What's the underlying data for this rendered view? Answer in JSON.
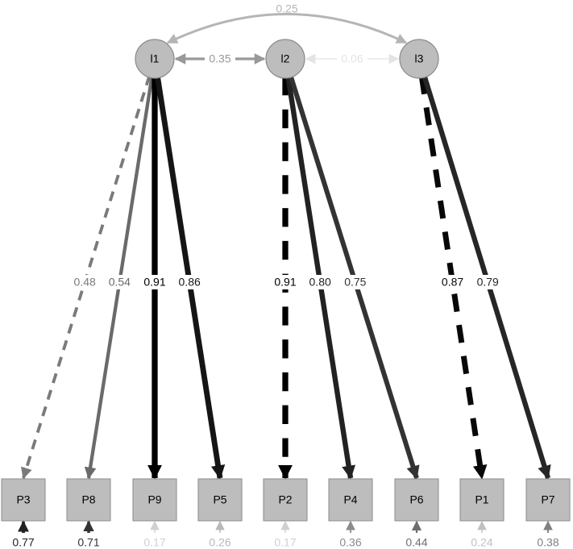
{
  "latents": [
    {
      "id": "l1",
      "label": "l1"
    },
    {
      "id": "l2",
      "label": "l2"
    },
    {
      "id": "l3",
      "label": "l3"
    }
  ],
  "observed": [
    {
      "id": "P3",
      "label": "P3",
      "residual": "0.77",
      "residual_color": "#222222"
    },
    {
      "id": "P8",
      "label": "P8",
      "residual": "0.71",
      "residual_color": "#333333"
    },
    {
      "id": "P9",
      "label": "P9",
      "residual": "0.17",
      "residual_color": "#d0d0d0"
    },
    {
      "id": "P5",
      "label": "P5",
      "residual": "0.26",
      "residual_color": "#b8b8b8"
    },
    {
      "id": "P2",
      "label": "P2",
      "residual": "0.17",
      "residual_color": "#d0d0d0"
    },
    {
      "id": "P4",
      "label": "P4",
      "residual": "0.36",
      "residual_color": "#8a8a8a"
    },
    {
      "id": "P6",
      "label": "P6",
      "residual": "0.44",
      "residual_color": "#6e6e6e"
    },
    {
      "id": "P1",
      "label": "P1",
      "residual": "0.24",
      "residual_color": "#c0c0c0"
    },
    {
      "id": "P7",
      "label": "P7",
      "residual": "0.38",
      "residual_color": "#808080"
    }
  ],
  "loadings": [
    {
      "from": "l1",
      "to": "P3",
      "value": "0.48",
      "dashed": true,
      "color": "#7a7a7a"
    },
    {
      "from": "l1",
      "to": "P8",
      "value": "0.54",
      "dashed": false,
      "color": "#6a6a6a"
    },
    {
      "from": "l1",
      "to": "P9",
      "value": "0.91",
      "dashed": false,
      "color": "#000000"
    },
    {
      "from": "l1",
      "to": "P5",
      "value": "0.86",
      "dashed": false,
      "color": "#151515"
    },
    {
      "from": "l2",
      "to": "P2",
      "value": "0.91",
      "dashed": true,
      "color": "#000000"
    },
    {
      "from": "l2",
      "to": "P4",
      "value": "0.80",
      "dashed": false,
      "color": "#222222"
    },
    {
      "from": "l2",
      "to": "P6",
      "value": "0.75",
      "dashed": false,
      "color": "#333333"
    },
    {
      "from": "l3",
      "to": "P1",
      "value": "0.87",
      "dashed": true,
      "color": "#080808"
    },
    {
      "from": "l3",
      "to": "P7",
      "value": "0.79",
      "dashed": false,
      "color": "#262626"
    }
  ],
  "covariances": [
    {
      "from": "l1",
      "to": "l2",
      "value": "0.35",
      "color": "#999999",
      "curved": false
    },
    {
      "from": "l2",
      "to": "l3",
      "value": "0.06",
      "color": "#e4e4e4",
      "curved": false
    },
    {
      "from": "l1",
      "to": "l3",
      "value": "0.25",
      "color": "#b5b5b5",
      "curved": true
    }
  ],
  "colors": {
    "node_fill": "#bdbdbd",
    "node_stroke": "#8a8a8a",
    "label_text": "#000000"
  }
}
